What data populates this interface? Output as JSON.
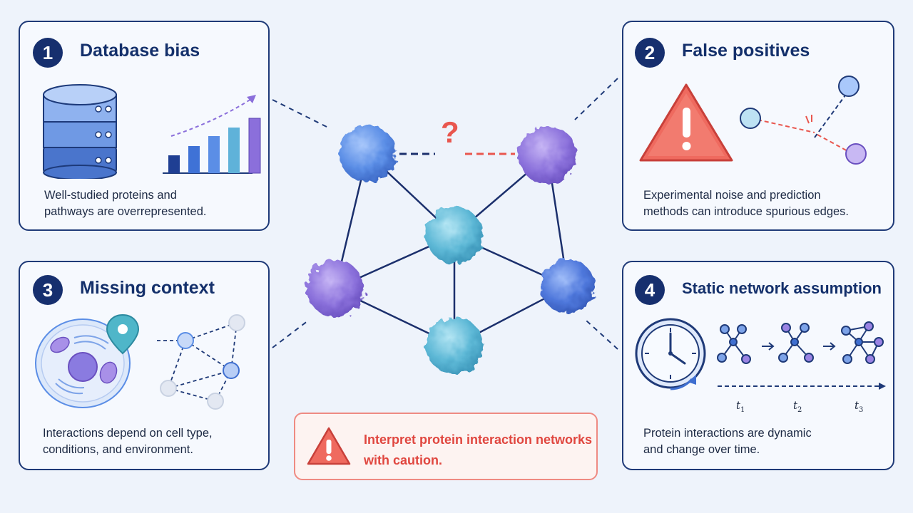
{
  "cards": [
    {
      "number": "1",
      "title": "Database bias",
      "desc": [
        "Well-studied proteins and",
        "pathways are overrepresented."
      ]
    },
    {
      "number": "2",
      "title": "False positives",
      "desc": [
        "Experimental noise and prediction",
        "methods can introduce spurious edges."
      ]
    },
    {
      "number": "3",
      "title": "Missing context",
      "desc": [
        "Interactions depend on cell type,",
        "conditions, and environment."
      ]
    },
    {
      "number": "4",
      "title": "Static network assumption",
      "desc": [
        "Protein interactions are dynamic",
        "and change over time."
      ]
    }
  ],
  "center": {
    "question_mark": "?"
  },
  "warning": {
    "lines": [
      "Interpret protein interaction networks",
      "with caution."
    ]
  },
  "timeline": {
    "t1": "t",
    "t1_sub": "1",
    "t2": "t",
    "t2_sub": "2",
    "t3": "t",
    "t3_sub": "3"
  },
  "colors": {
    "navy": "#162f6e",
    "warning_red": "#e9564e",
    "protein_blue": "#5b8ee6",
    "protein_purple": "#8c72dc",
    "protein_teal": "#5db8d6"
  }
}
